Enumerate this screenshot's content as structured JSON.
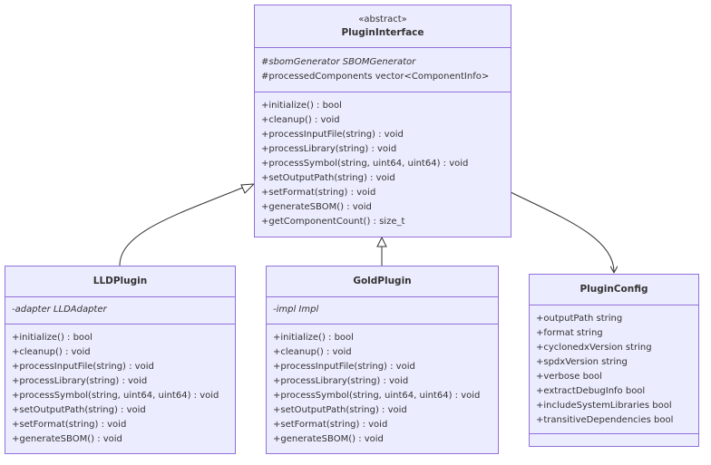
{
  "diagram": {
    "classes": {
      "plugin_interface": {
        "stereotype": "«abstract»",
        "name": "PluginInterface",
        "attributes": [
          "#sbomGenerator SBOMGenerator",
          "#processedComponents vector<ComponentInfo>"
        ],
        "methods": [
          "+initialize() : bool",
          "+cleanup() : void",
          "+processInputFile(string) : void",
          "+processLibrary(string) : void",
          "+processSymbol(string, uint64, uint64) : void",
          "+setOutputPath(string) : void",
          "+setFormat(string) : void",
          "+generateSBOM() : void",
          "+getComponentCount() : size_t"
        ]
      },
      "lld_plugin": {
        "name": "LLDPlugin",
        "attributes": [
          "-adapter LLDAdapter"
        ],
        "methods": [
          "+initialize() : bool",
          "+cleanup() : void",
          "+processInputFile(string) : void",
          "+processLibrary(string) : void",
          "+processSymbol(string, uint64, uint64) : void",
          "+setOutputPath(string) : void",
          "+setFormat(string) : void",
          "+generateSBOM() : void"
        ]
      },
      "gold_plugin": {
        "name": "GoldPlugin",
        "attributes": [
          "-impl Impl"
        ],
        "methods": [
          "+initialize() : bool",
          "+cleanup() : void",
          "+processInputFile(string) : void",
          "+processLibrary(string) : void",
          "+processSymbol(string, uint64, uint64) : void",
          "+setOutputPath(string) : void",
          "+setFormat(string) : void",
          "+generateSBOM() : void"
        ]
      },
      "plugin_config": {
        "name": "PluginConfig",
        "attributes": [
          "+outputPath string",
          "+format string",
          "+cyclonedxVersion string",
          "+spdxVersion string",
          "+verbose bool",
          "+extractDebugInfo bool",
          "+includeSystemLibraries bool",
          "+transitiveDependencies bool"
        ],
        "methods": []
      }
    },
    "relations": [
      {
        "from": "LLDPlugin",
        "to": "PluginInterface",
        "type": "inheritance"
      },
      {
        "from": "GoldPlugin",
        "to": "PluginInterface",
        "type": "inheritance"
      },
      {
        "from": "PluginInterface",
        "to": "PluginConfig",
        "type": "association"
      }
    ],
    "colors": {
      "fill": "#ECECFF",
      "stroke": "#9370DB",
      "text": "#333333",
      "edge": "#333333"
    }
  }
}
